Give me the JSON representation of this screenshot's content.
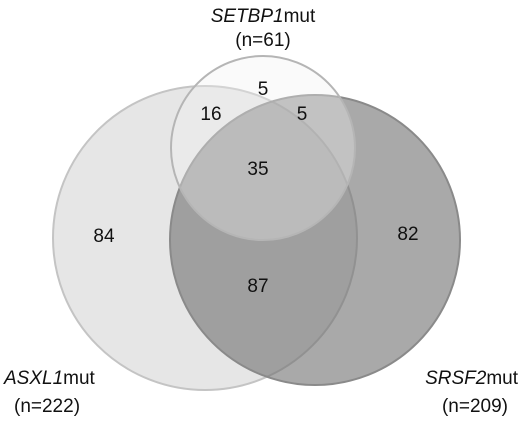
{
  "sets": {
    "setbp1": {
      "gene": "SETBP1",
      "suffix": "mut",
      "count": "(n=61)",
      "fill": "#f0f0f0",
      "fill_opacity": 0.35,
      "stroke": "#b5b5b5"
    },
    "asxl1": {
      "gene": "ASXL1",
      "suffix": "mut",
      "count": "(n=222)",
      "fill": "#c8c8c8",
      "fill_opacity": 0.45,
      "stroke": "#c4c4c4"
    },
    "srsf2": {
      "gene": "SRSF2",
      "suffix": "mut",
      "count": "(n=209)",
      "fill": "#6f6f6f",
      "fill_opacity": 0.6,
      "stroke": "#8a8a8a"
    }
  },
  "regions": {
    "setbp1_only": "5",
    "setbp1_asxl1": "16",
    "setbp1_srsf2": "5",
    "all_three": "35",
    "asxl1_only": "84",
    "asxl1_srsf2": "87",
    "srsf2_only": "82"
  }
}
